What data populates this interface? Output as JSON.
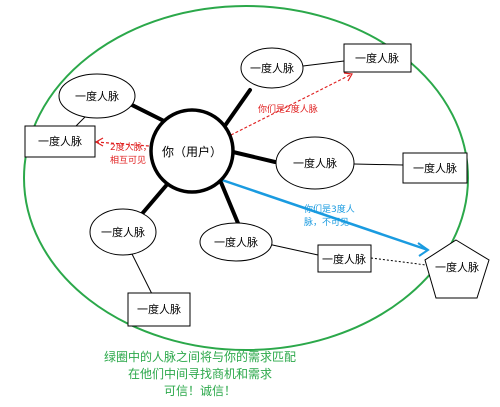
{
  "center": {
    "label": "你（用户）"
  },
  "first_degree_nodes": [
    {
      "label": "一度人脉"
    },
    {
      "label": "一度人脉"
    },
    {
      "label": "一度人脉"
    },
    {
      "label": "一度人脉"
    },
    {
      "label": "一度人脉"
    },
    {
      "label": "一度人脉"
    },
    {
      "label": "一度人脉"
    },
    {
      "label": "一度人脉"
    },
    {
      "label": "一度人脉"
    },
    {
      "label": "一度人脉"
    },
    {
      "label": "一度人脉"
    }
  ],
  "annotations": {
    "second_degree_a": "你们是2度人脉",
    "second_degree_b_line1": "2度人脉，",
    "second_degree_b_line2": "相互可见",
    "third_degree_line1": "你们是3度人",
    "third_degree_line2": "脉，不可见"
  },
  "caption": {
    "line1": "绿圈中的人脉之间将与你的需求匹配",
    "line2": "在他们中间寻找商机和需求",
    "line3": "可信！诚信！"
  },
  "colors": {
    "circle": "#2ba84a",
    "red": "#e02020",
    "blue": "#1a9be0",
    "caption": "#2ba84a"
  }
}
